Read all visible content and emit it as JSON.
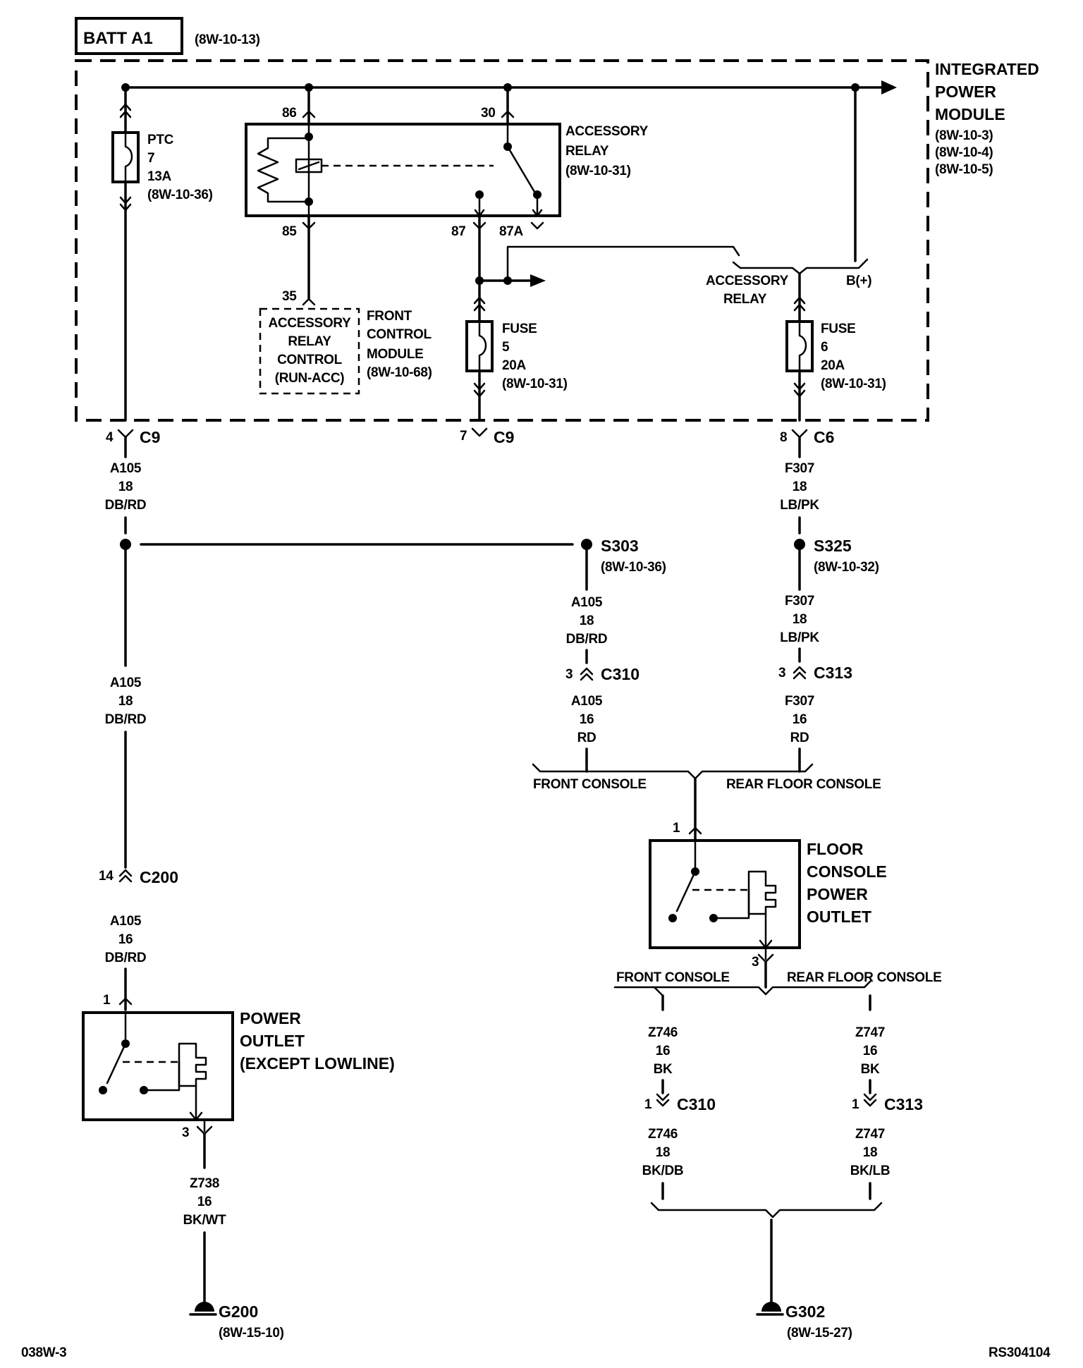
{
  "batt": {
    "label": "BATT A1",
    "ref": "(8W-10-13)"
  },
  "ipm": {
    "title": [
      "INTEGRATED",
      "POWER",
      "MODULE"
    ],
    "refs": [
      "(8W-10-3)",
      "(8W-10-4)",
      "(8W-10-5)"
    ]
  },
  "ptc": {
    "lines": [
      "PTC",
      "7",
      "13A",
      "(8W-10-36)"
    ]
  },
  "relay": {
    "lines": [
      "ACCESSORY",
      "RELAY",
      "(8W-10-31)"
    ],
    "pins": {
      "p86": "86",
      "p30": "30",
      "p85": "85",
      "p87": "87",
      "p87a": "87A"
    }
  },
  "fcm": {
    "pin": "35",
    "inner": [
      "ACCESSORY",
      "RELAY",
      "CONTROL",
      "(RUN-ACC)"
    ],
    "label": [
      "FRONT",
      "CONTROL",
      "MODULE",
      "(8W-10-68)"
    ]
  },
  "fuse5": {
    "lines": [
      "FUSE",
      "5",
      "20A",
      "(8W-10-31)"
    ]
  },
  "fuse6": {
    "lines": [
      "FUSE",
      "6",
      "20A",
      "(8W-10-31)"
    ]
  },
  "jumper": {
    "acc": [
      "ACCESSORY",
      "RELAY"
    ],
    "bplus": "B(+)"
  },
  "conn": {
    "c9a": {
      "pin": "4",
      "name": "C9"
    },
    "c9b": {
      "pin": "7",
      "name": "C9"
    },
    "c6": {
      "pin": "8",
      "name": "C6"
    },
    "c310a": {
      "pin": "3",
      "name": "C310"
    },
    "c313a": {
      "pin": "3",
      "name": "C313"
    },
    "c200": {
      "pin": "14",
      "name": "C200"
    },
    "c310b": {
      "pin": "1",
      "name": "C310"
    },
    "c313b": {
      "pin": "1",
      "name": "C313"
    }
  },
  "wires": {
    "a105_1": [
      "A105",
      "18",
      "DB/RD"
    ],
    "f307_1": [
      "F307",
      "18",
      "LB/PK"
    ],
    "a105_2": [
      "A105",
      "18",
      "DB/RD"
    ],
    "f307_2": [
      "F307",
      "18",
      "LB/PK"
    ],
    "a105_3": [
      "A105",
      "16",
      "RD"
    ],
    "f307_3": [
      "F307",
      "16",
      "RD"
    ],
    "a105_left": [
      "A105",
      "18",
      "DB/RD"
    ],
    "a105_c200": [
      "A105",
      "16",
      "DB/RD"
    ],
    "z738": [
      "Z738",
      "16",
      "BK/WT"
    ],
    "z746a": [
      "Z746",
      "16",
      "BK"
    ],
    "z747a": [
      "Z747",
      "16",
      "BK"
    ],
    "z746b": [
      "Z746",
      "18",
      "BK/DB"
    ],
    "z747b": [
      "Z747",
      "18",
      "BK/LB"
    ]
  },
  "splices": {
    "s303": {
      "name": "S303",
      "ref": "(8W-10-36)"
    },
    "s325": {
      "name": "S325",
      "ref": "(8W-10-32)"
    }
  },
  "console_split_1": {
    "left": "FRONT CONSOLE",
    "right": "REAR FLOOR CONSOLE"
  },
  "console_split_2": {
    "left": "FRONT CONSOLE",
    "right": "REAR FLOOR CONSOLE"
  },
  "floor_outlet": {
    "title": [
      "FLOOR",
      "CONSOLE",
      "POWER",
      "OUTLET"
    ],
    "pin_in": "1",
    "pin_out": "3"
  },
  "power_outlet": {
    "title": [
      "POWER",
      "OUTLET",
      "(EXCEPT LOWLINE)"
    ],
    "pin_in": "1",
    "pin_out": "3"
  },
  "grounds": {
    "g200": {
      "name": "G200",
      "ref": "(8W-15-10)"
    },
    "g302": {
      "name": "G302",
      "ref": "(8W-15-27)"
    }
  },
  "footer": {
    "left": "038W-3",
    "right": "RS304104"
  }
}
